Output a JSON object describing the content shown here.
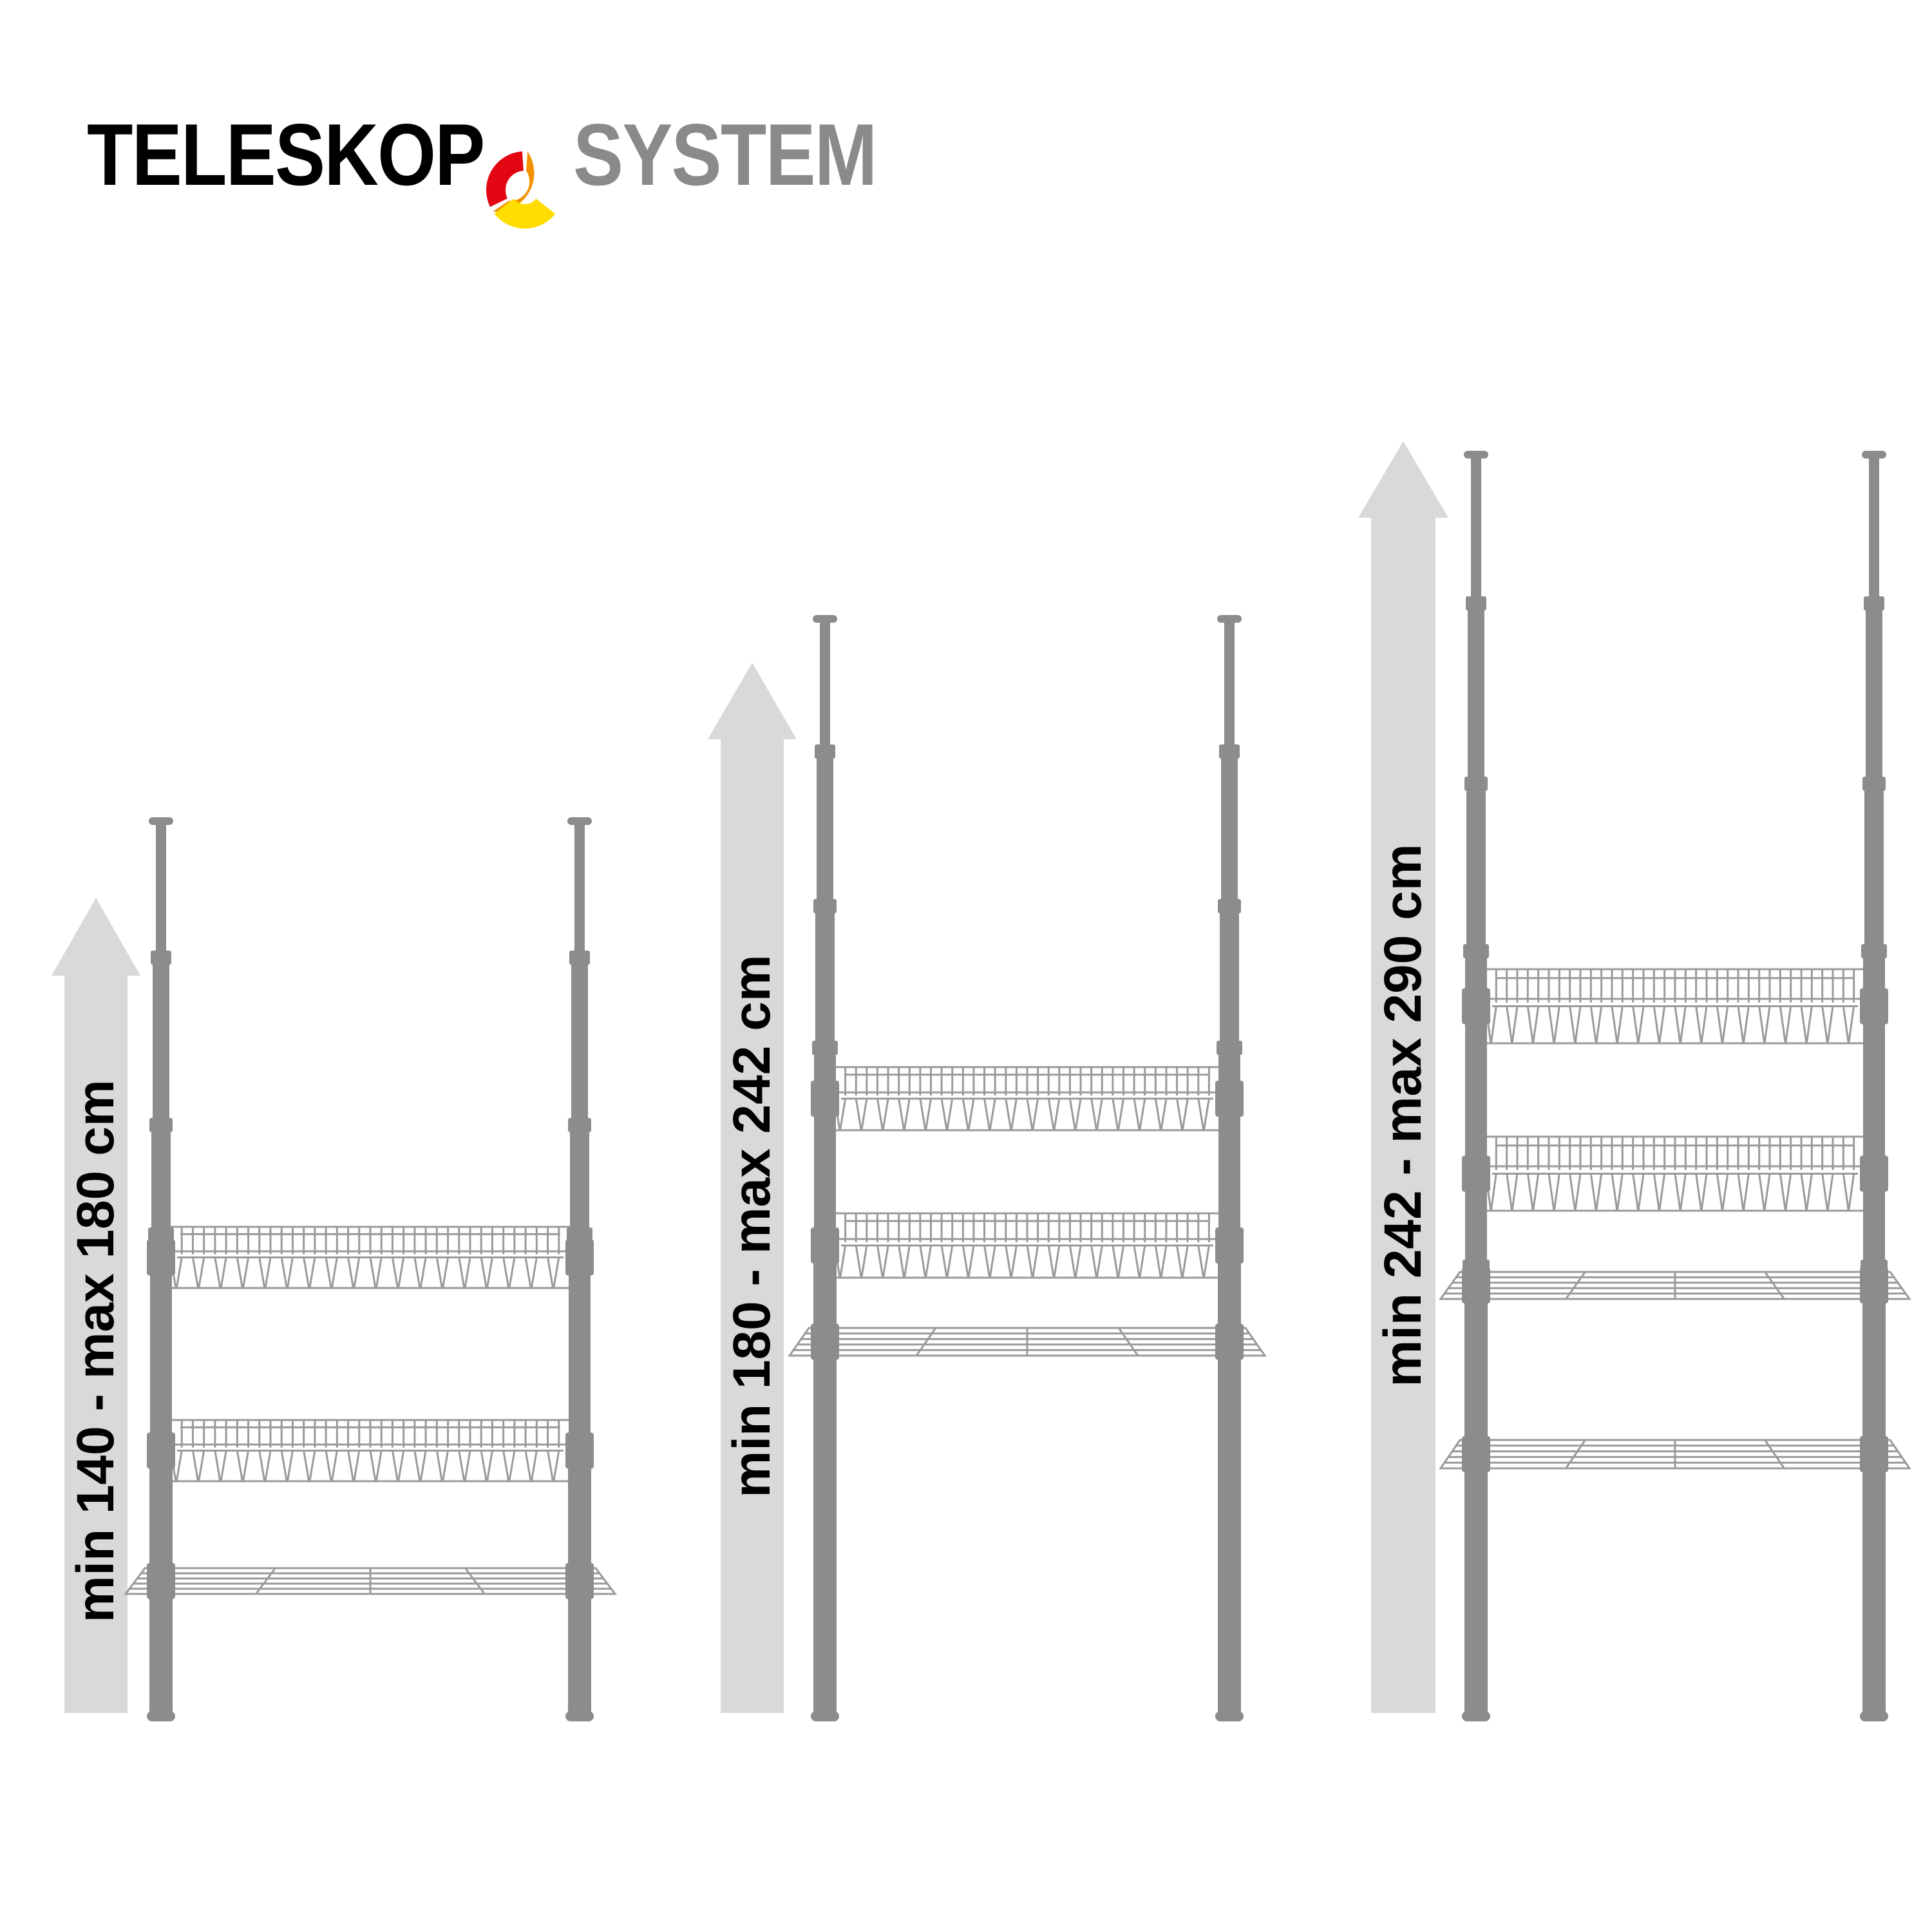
{
  "logo": {
    "word1": "TELESKOP",
    "word2": "SYSTEM",
    "ring_colors": [
      "#e30613",
      "#f39200",
      "#ffdd00"
    ]
  },
  "colors": {
    "pole": "#8c8c8c",
    "arrow": "#d9d9d9",
    "wire": "#9a9a9a",
    "text": "#000000"
  },
  "variants": [
    {
      "label": "min 140 - max 180 cm",
      "baskets": 2,
      "flat_shelves": 1
    },
    {
      "label": "min 180 - max 242 cm",
      "baskets": 2,
      "flat_shelves": 1
    },
    {
      "label": "min 242 - max 290 cm",
      "baskets": 2,
      "flat_shelves": 2
    }
  ]
}
